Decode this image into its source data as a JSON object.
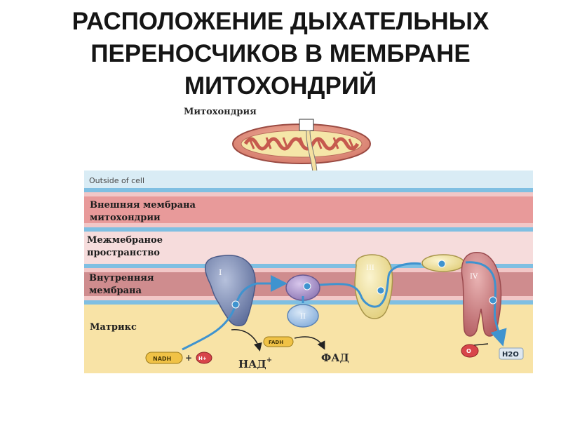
{
  "title": {
    "line1": "РАСПОЛОЖЕНИЕ ДЫХАТЕЛЬНЫХ",
    "line2": "ПЕРЕНОСЧИКОВ В МЕМБРАНЕ",
    "line3": "МИТОХОНДРИЙ"
  },
  "mitochondrion_label": "Митохондрия",
  "layers": {
    "outside": "Outside of cell",
    "outer_membrane_1": "Внешняя мембрана",
    "outer_membrane_2": "митохондрии",
    "intermembrane_1": "Межмебраное",
    "intermembrane_2": "пространство",
    "inner_membrane_1": "Внутренняя",
    "inner_membrane_2": "мембрана",
    "matrix": "Матрикс"
  },
  "complexes": {
    "c1": "I",
    "c2": "II",
    "c3": "III",
    "c4": "IV"
  },
  "molecules": {
    "nadh": "NADH",
    "plus": "+",
    "h_plus": "H+",
    "nad": "НАД",
    "nad_sup": "+",
    "fadh2": "FADH",
    "fad": "ФАД",
    "o2": "O",
    "h2o": "H2O"
  },
  "colors": {
    "outer_membrane": "#e89a9a",
    "intermembrane": "#f6dcdc",
    "inner_membrane": "#cf8c8e",
    "blue_line": "#5da6d6",
    "matrix": "#f8e3a6",
    "complex_I": "#7f8fb8",
    "complex_II": "#a9c6e8",
    "complex_III": "#f2e6a0",
    "complex_IV": "#cf7d80",
    "electron": "#3f93cf"
  }
}
